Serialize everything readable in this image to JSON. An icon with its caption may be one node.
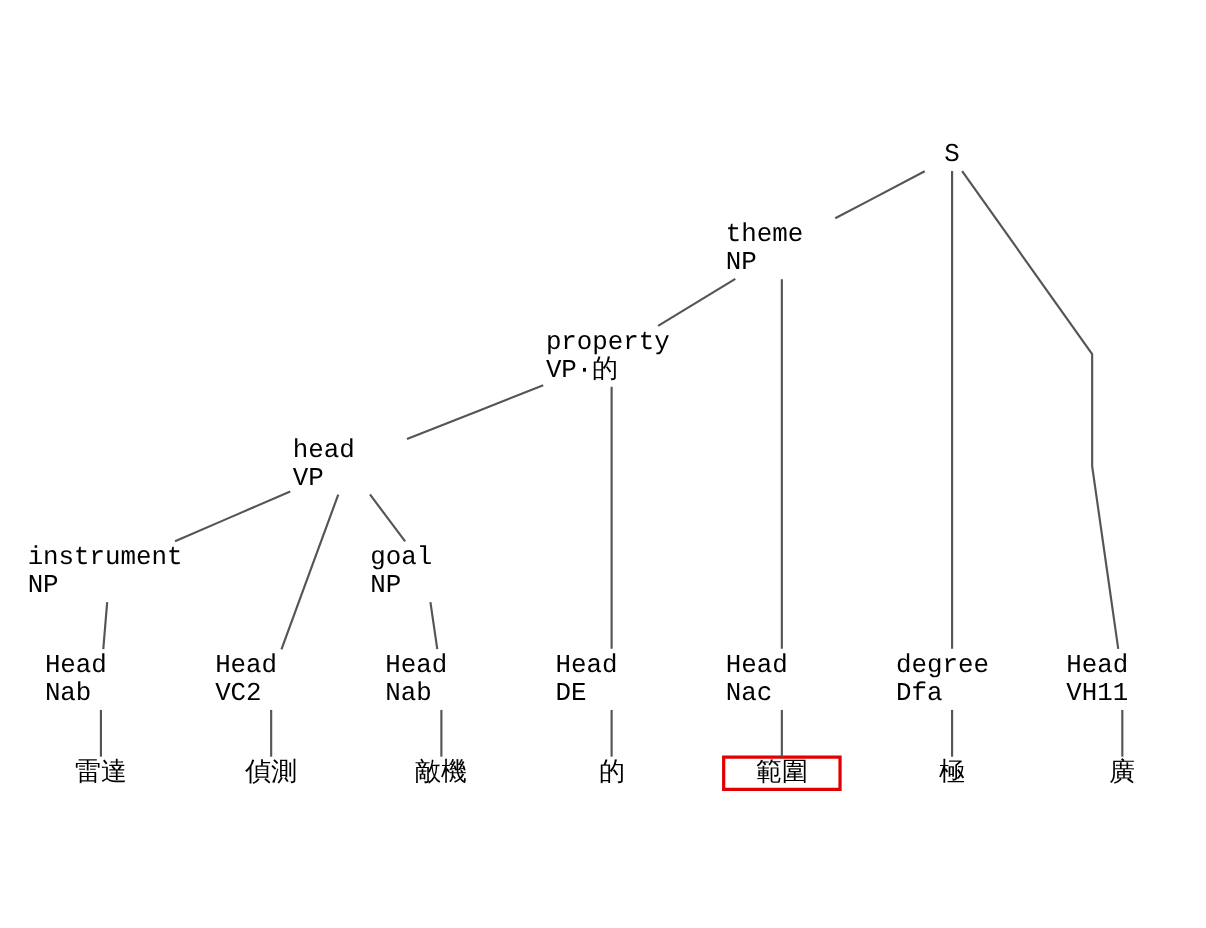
{
  "diagram": {
    "nodes": [
      {
        "text": [
          "S"
        ]
      },
      {
        "text": [
          "theme",
          "NP"
        ]
      },
      {
        "text": [
          "property",
          "VP·的"
        ]
      },
      {
        "text": [
          "head",
          "VP"
        ]
      },
      {
        "text": [
          "instrument",
          "NP"
        ]
      },
      {
        "text": [
          "goal",
          "NP"
        ]
      },
      {
        "text": [
          "Head",
          "Nab"
        ]
      },
      {
        "text": [
          "Head",
          "VC2"
        ]
      },
      {
        "text": [
          "Head",
          "Nab"
        ]
      },
      {
        "text": [
          "Head",
          "DE"
        ]
      },
      {
        "text": [
          "Head",
          "Nac"
        ]
      },
      {
        "text": [
          "degree",
          "Dfa"
        ]
      },
      {
        "text": [
          "Head",
          "VH11"
        ]
      },
      {
        "text": [
          "雷達"
        ]
      },
      {
        "text": [
          "偵測"
        ]
      },
      {
        "text": [
          "敵機"
        ]
      },
      {
        "text": [
          "的"
        ]
      },
      {
        "text": [
          "範圍"
        ]
      },
      {
        "text": [
          "極"
        ]
      },
      {
        "text": [
          "廣"
        ]
      }
    ],
    "edges": [
      {
        "from": 0,
        "to": 1,
        "arrow": "none"
      },
      {
        "from": 0,
        "to": 11,
        "arrow": "none"
      },
      {
        "from": 0,
        "to": 12,
        "arrow": "none"
      },
      {
        "from": 1,
        "to": 2,
        "arrow": "none"
      },
      {
        "from": 1,
        "to": 10,
        "arrow": "none"
      },
      {
        "from": 2,
        "to": 3,
        "arrow": "none"
      },
      {
        "from": 2,
        "to": 9,
        "arrow": "none"
      },
      {
        "from": 3,
        "to": 4,
        "arrow": "none"
      },
      {
        "from": 3,
        "to": 7,
        "arrow": "none"
      },
      {
        "from": 3,
        "to": 5,
        "arrow": "none"
      },
      {
        "from": 4,
        "to": 6,
        "arrow": "none"
      },
      {
        "from": 5,
        "to": 8,
        "arrow": "none"
      },
      {
        "from": 6,
        "to": 13,
        "arrow": "none"
      },
      {
        "from": 7,
        "to": 14,
        "arrow": "none"
      },
      {
        "from": 8,
        "to": 15,
        "arrow": "none"
      },
      {
        "from": 9,
        "to": 16,
        "arrow": "none"
      },
      {
        "from": 10,
        "to": 17,
        "arrow": "none"
      },
      {
        "from": 11,
        "to": 18,
        "arrow": "none"
      },
      {
        "from": 12,
        "to": 19,
        "arrow": "none"
      }
    ]
  }
}
